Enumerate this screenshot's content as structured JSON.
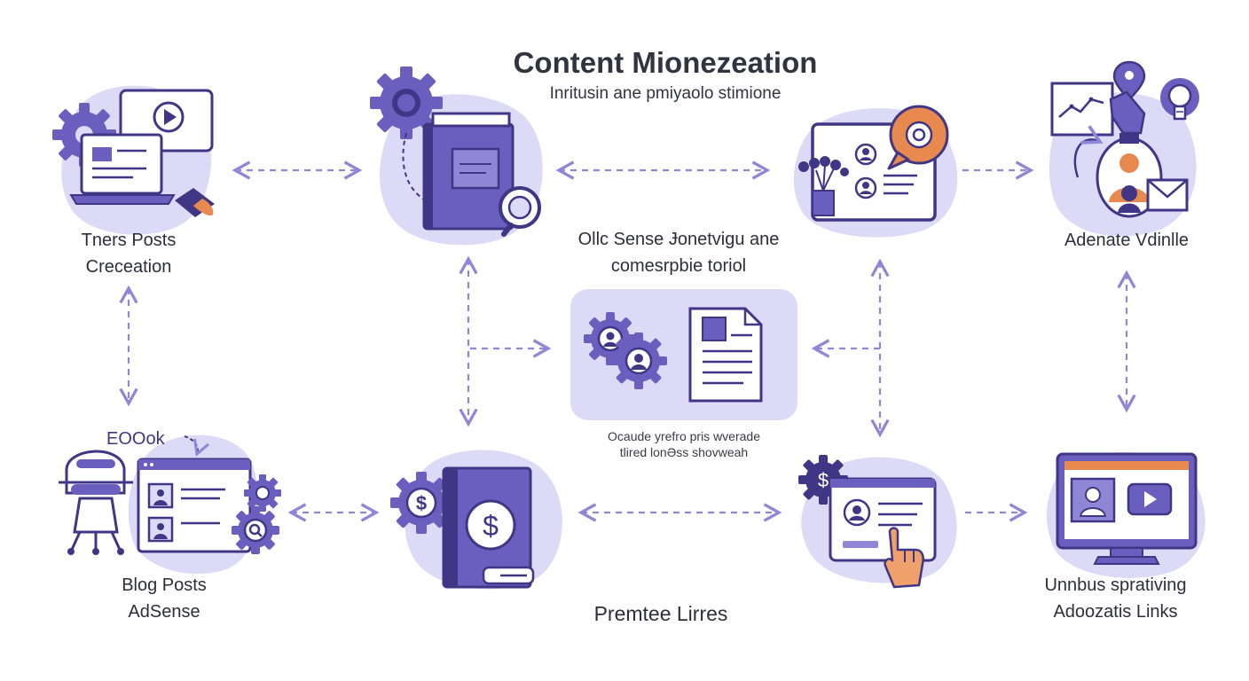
{
  "title": "Content Mionezeation",
  "subtitle": "Inritusin ane pmiyaolo stimione",
  "colors": {
    "accent": "#6a5fbf",
    "accent_dark": "#3f3786",
    "blob": "#dcdaf6",
    "arrow": "#8f86d6",
    "orange": "#e8894f",
    "skin": "#f0a06a"
  },
  "nodes": {
    "top_left": {
      "line1": "Tners Posts",
      "line2": "Creceation",
      "icons": [
        "gear-icon",
        "laptop-icon",
        "video-play-icon",
        "graduation-cap-icon"
      ]
    },
    "top_book": {
      "icons": [
        "gear-icon",
        "book-icon",
        "magnifier-icon"
      ]
    },
    "top_center": {
      "line1": "Ollc Sense Ɉonetvigu ane",
      "line2": "comesrpbie toriol",
      "icons": [
        "laptop-icon",
        "plant-icon",
        "user-icon",
        "speech-bubble-icon"
      ]
    },
    "top_right": {
      "line1": "Adenate Vdinlle",
      "icons": [
        "chart-icon",
        "location-pin-icon",
        "lightbulb-icon",
        "person-icon",
        "mail-icon"
      ]
    },
    "middle": {
      "line1": "Ocaude yrefro pris wverade",
      "line2": "tlired lonƏss shovweah",
      "icons": [
        "gear-user-icon",
        "document-icon"
      ]
    },
    "bottom_left": {
      "tag": "EOOok",
      "line1": "Blog Posts",
      "line2": "AdSense",
      "icons": [
        "robot-icon",
        "browser-window-icon",
        "gear-icon",
        "search-icon"
      ]
    },
    "bottom_book": {
      "icons": [
        "dollar-gear-icon",
        "dollar-book-icon"
      ]
    },
    "bottom_center": {
      "line1": "Premtee Lirres",
      "icons": [
        "dollar-gear-icon",
        "browser-card-icon",
        "pointing-hand-icon"
      ]
    },
    "bottom_right": {
      "line1": "Unnbus sprativing",
      "line2": "Adoozatis Links",
      "icons": [
        "monitor-icon",
        "user-icon",
        "video-play-icon"
      ]
    }
  }
}
